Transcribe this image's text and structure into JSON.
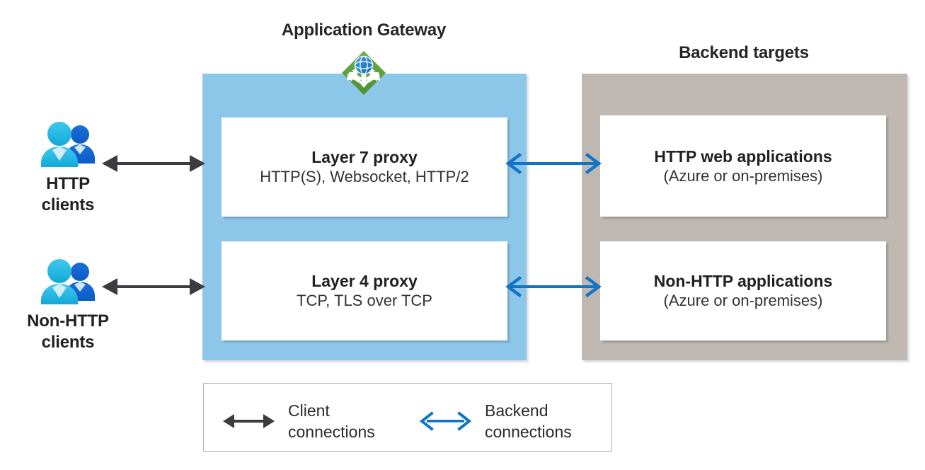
{
  "diagram": {
    "gateway": {
      "title": "Application Gateway",
      "icon": "application-gateway-icon",
      "container_color": "#8CC6E8",
      "boxes": [
        {
          "name": "layer7",
          "title": "Layer 7 proxy",
          "subtitle": "HTTP(S), Websocket, HTTP/2"
        },
        {
          "name": "layer4",
          "title": "Layer 4 proxy",
          "subtitle": "TCP, TLS over TCP"
        }
      ]
    },
    "backend": {
      "title": "Backend targets",
      "container_color": "#BEB7B2",
      "boxes": [
        {
          "name": "http-web-applications",
          "title": "HTTP web applications",
          "subtitle": "(Azure or on-premises)"
        },
        {
          "name": "non-http-applications",
          "title": "Non-HTTP applications",
          "subtitle": "(Azure or on-premises)"
        }
      ]
    },
    "clients": [
      {
        "name": "http-clients",
        "label_line1": "HTTP",
        "label_line2": "clients",
        "icon": "users-icon"
      },
      {
        "name": "non-http-clients",
        "label_line1": "Non-HTTP",
        "label_line2": "clients",
        "icon": "users-icon"
      }
    ],
    "legend": {
      "items": [
        {
          "name": "client-connections",
          "line1": "Client",
          "line2": "connections",
          "arrow": "double-arrow-solid",
          "color": "#3B3B40"
        },
        {
          "name": "backend-connections",
          "line1": "Backend",
          "line2": "connections",
          "arrow": "double-arrow-open",
          "color": "#1274C6"
        }
      ]
    },
    "colors": {
      "client_arrow": "#3B3B40",
      "backend_arrow": "#1274C6",
      "gateway_fill": "#8CC6E8",
      "backend_fill": "#BEB7B2",
      "icon_green": "#5E9E3E",
      "icon_globe_blue": "#1E7FD4"
    }
  }
}
